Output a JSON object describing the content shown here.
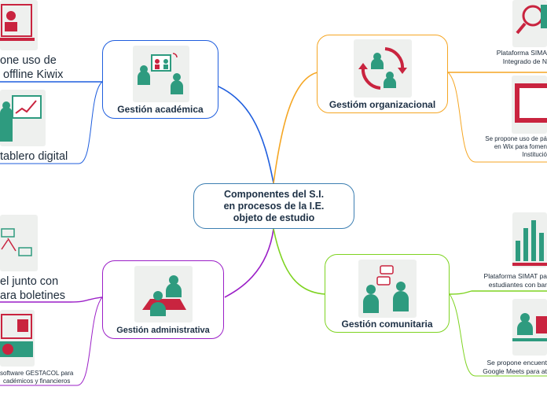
{
  "central": {
    "title": "Componentes del S.I.\nen procesos de la I.E.\nobjeto de estudio"
  },
  "colors": {
    "academica": "#1f5ede",
    "organizacional": "#f5a623",
    "administrativa": "#9b1fc7",
    "comunitaria": "#7ed321",
    "central_border": "#3d7fb2",
    "teal": "#2e9b7f",
    "red": "#c9243f"
  },
  "branches": {
    "academica": {
      "title": "Gestión académica",
      "leaves": [
        "one uso de\n offline Kiwix",
        "tablero digital"
      ]
    },
    "organizacional": {
      "title": "Gestióm organizacional",
      "leaves": [
        "Plataforma SIMA\nIntegrado de N",
        "Se propone uso de pá\nen Wix para fomen\nInstitució"
      ]
    },
    "administrativa": {
      "title": "Gestión administrativa",
      "leaves": [
        "el junto con\nara boletines",
        "software GESTACOL para\ncadémicos y financieros"
      ]
    },
    "comunitaria": {
      "title": "Gestión comunitaria",
      "leaves": [
        "Plataforma SIMAT pa\nestudiantes con bar",
        "Se propone encuent\nGoogle Meets para at"
      ]
    }
  }
}
